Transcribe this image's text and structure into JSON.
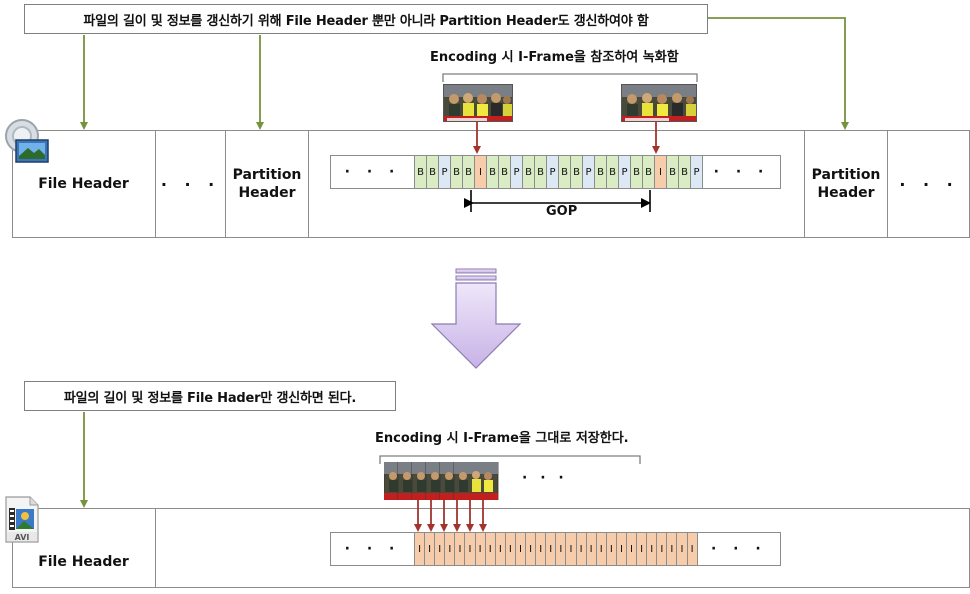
{
  "top": {
    "callout": "파일의 길이 및 정보를 갱신하기 위해 File Header 뿐만 아니라 Partition Header도 갱신하여야 함",
    "encoding_caption": "Encoding 시 I-Frame을 참조하여 녹화함",
    "file_header": "File Header",
    "partition_header_line1": "Partition",
    "partition_header_line2": "Header",
    "dots": "· · ·",
    "gop_label": "GOP",
    "frames": [
      "B",
      "B",
      "P",
      "B",
      "B",
      "I",
      "B",
      "B",
      "P",
      "B",
      "B",
      "P",
      "B",
      "B",
      "P",
      "B",
      "B",
      "P",
      "B",
      "B",
      "I",
      "B",
      "B",
      "P"
    ]
  },
  "bottom": {
    "callout": "파일의 길이 및 정보를 File Hader만 갱신하면 된다.",
    "encoding_caption": "Encoding 시 I-Frame을 그대로 저장한다.",
    "file_header": "File Header",
    "dots": "· · ·",
    "avi_label": "AVI",
    "frames": [
      "I",
      "I",
      "I",
      "I",
      "I",
      "I",
      "I",
      "I",
      "I",
      "I",
      "I",
      "I",
      "I",
      "I",
      "I",
      "I",
      "I",
      "I",
      "I",
      "I",
      "I",
      "I",
      "I",
      "I",
      "I",
      "I",
      "I",
      "I"
    ]
  },
  "colors": {
    "b_frame": "#d9ecc4",
    "p_frame": "#dce8f3",
    "i_frame": "#f7ccaa",
    "green_arrow": "#77923c",
    "red_arrow": "#a3332d",
    "down_arrow": "#cdb8e8"
  }
}
